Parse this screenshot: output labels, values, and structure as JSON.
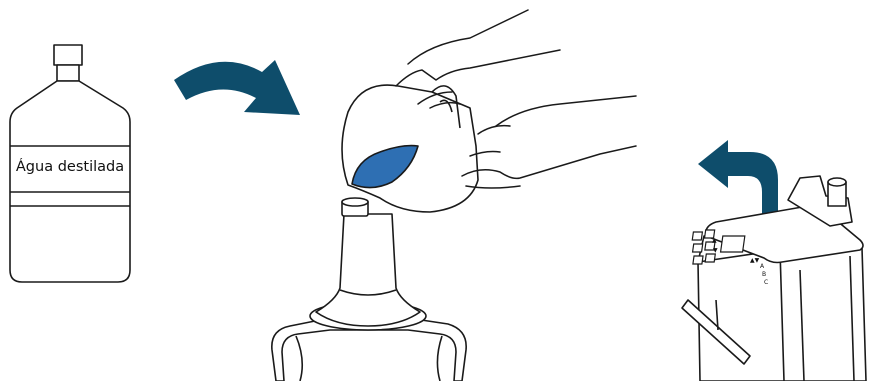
{
  "steps": [
    {
      "bottle_label": "Água destilada"
    },
    {
      "action": "pour"
    },
    {
      "action": "remove"
    }
  ],
  "panel_marks": [
    "▲",
    "▼",
    "A",
    "B",
    "C",
    "▲▼"
  ],
  "colors": {
    "arrow": "#0e4d6b",
    "water": "#2e6fb3",
    "stroke": "#1a1a1a",
    "background": "#ffffff"
  },
  "icons": [
    "curved-arrow-right-icon",
    "curved-arrow-up-left-icon"
  ]
}
